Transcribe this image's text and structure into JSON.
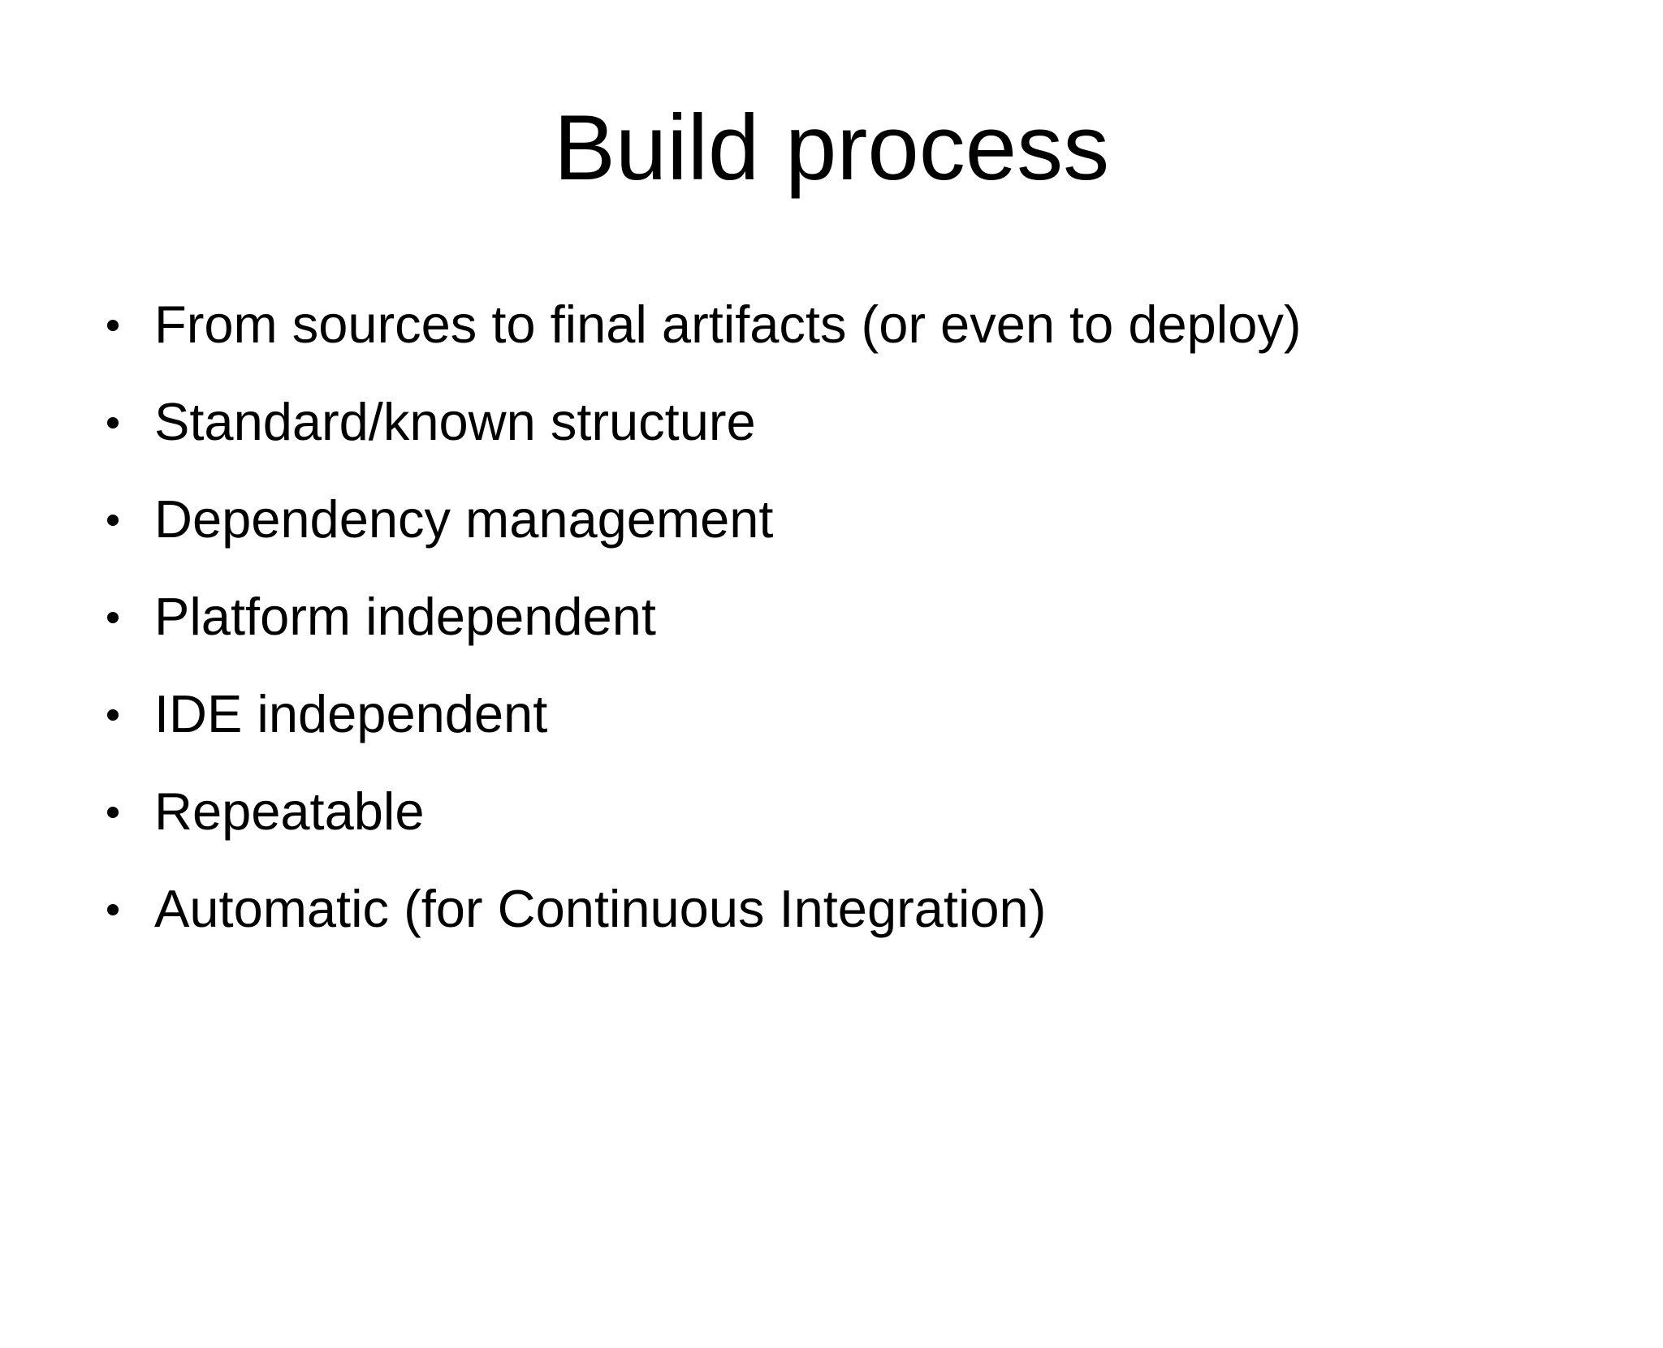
{
  "slide": {
    "title": "Build process",
    "bullets": [
      "From sources to final artifacts (or even to deploy)",
      "Standard/known structure",
      "Dependency management",
      "Platform independent",
      "IDE independent",
      "Repeatable",
      "Automatic (for Continuous Integration)"
    ],
    "colors": {
      "background": "#ffffff",
      "text": "#000000"
    }
  }
}
